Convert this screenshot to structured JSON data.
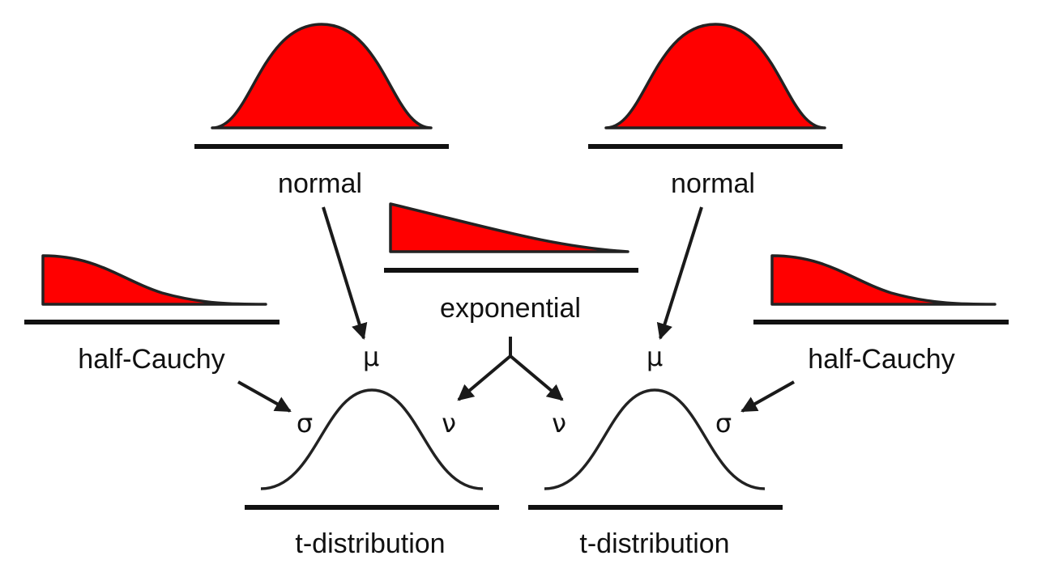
{
  "colors": {
    "fill": "#ff0000",
    "ink": "#111111",
    "background": "#ffffff"
  },
  "labels": {
    "normal_left": "normal",
    "normal_right": "normal",
    "exponential": "exponential",
    "half_cauchy_left": "half-Cauchy",
    "half_cauchy_right": "half-Cauchy",
    "t_distribution_left": "t-distribution",
    "t_distribution_right": "t-distribution"
  },
  "symbols": {
    "mu_left": "μ",
    "mu_right": "μ",
    "sigma_left": "σ",
    "sigma_right": "σ",
    "nu_left": "ν",
    "nu_right": "ν"
  }
}
